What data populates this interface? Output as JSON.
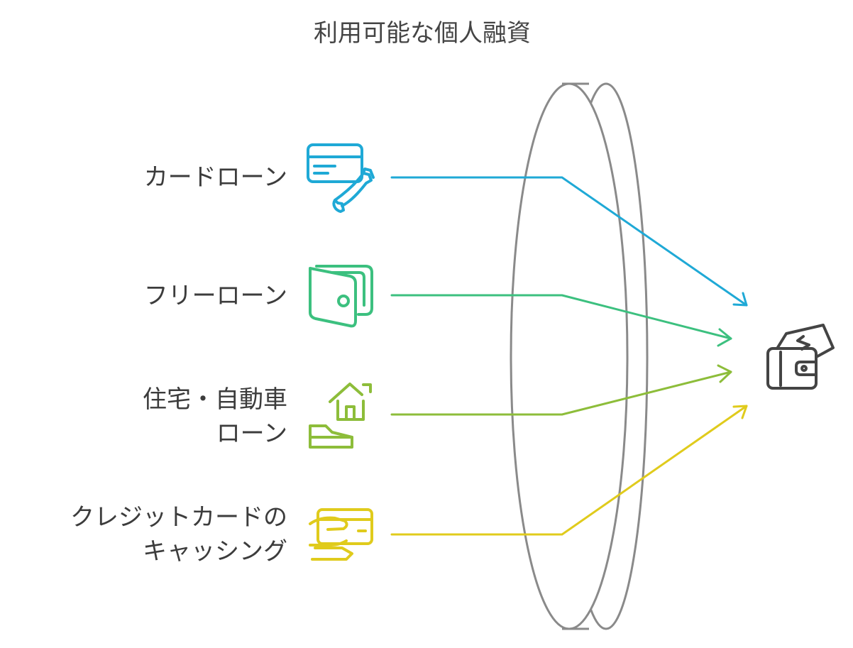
{
  "title": "利用可能な個人融資",
  "colors": {
    "card_loan": "#1fa9d6",
    "free_loan": "#3cc07f",
    "home_auto_loan": "#8dbd3a",
    "credit_cashing": "#e0cb1c",
    "lens": "#8a8a8a",
    "wallet": "#444444",
    "text": "#3c3c3c"
  },
  "items": [
    {
      "id": "card_loan",
      "lines": [
        "カードローン"
      ],
      "icon": "credit-card-phone-icon"
    },
    {
      "id": "free_loan",
      "lines": [
        "フリーローン"
      ],
      "icon": "wallet-icon"
    },
    {
      "id": "home_auto_loan",
      "lines": [
        "住宅・自動車",
        "ローン"
      ],
      "icon": "house-car-icon"
    },
    {
      "id": "credit_cashing",
      "lines": [
        "クレジットカードの",
        "キャッシング"
      ],
      "icon": "card-hand-icon"
    }
  ],
  "target": {
    "icon": "wallet-money-icon"
  }
}
